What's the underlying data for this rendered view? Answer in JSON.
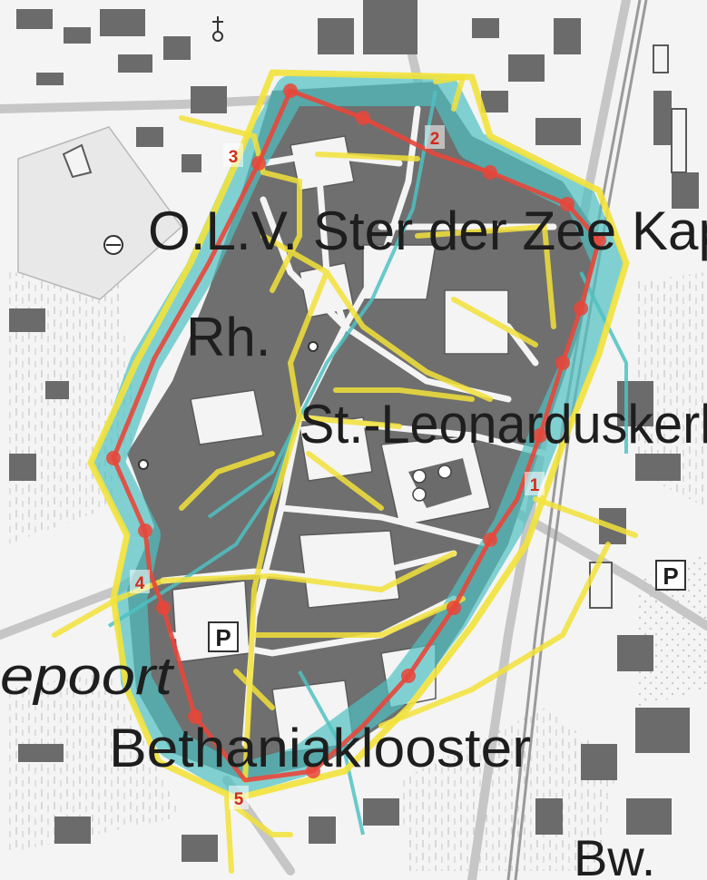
{
  "map": {
    "labels": {
      "olv": "O.L.V. Ster der Zee Kap",
      "rh": "Rh.",
      "leonardus": "St.-Leonarduskerk",
      "poort": "epoort",
      "bethania": "Bethaniaklooster",
      "bw": "Bw."
    },
    "parking_symbol": "P",
    "numbers": [
      "1",
      "2",
      "3",
      "4",
      "5"
    ],
    "colors": {
      "background": "#f4f4f4",
      "building": "#6b6b6b",
      "street": "#ffffff",
      "wall_buffer": "#4fc1c2",
      "route_outer": "#f2e23a",
      "route_red": "#e8463a",
      "number": "#d32a1c"
    }
  }
}
